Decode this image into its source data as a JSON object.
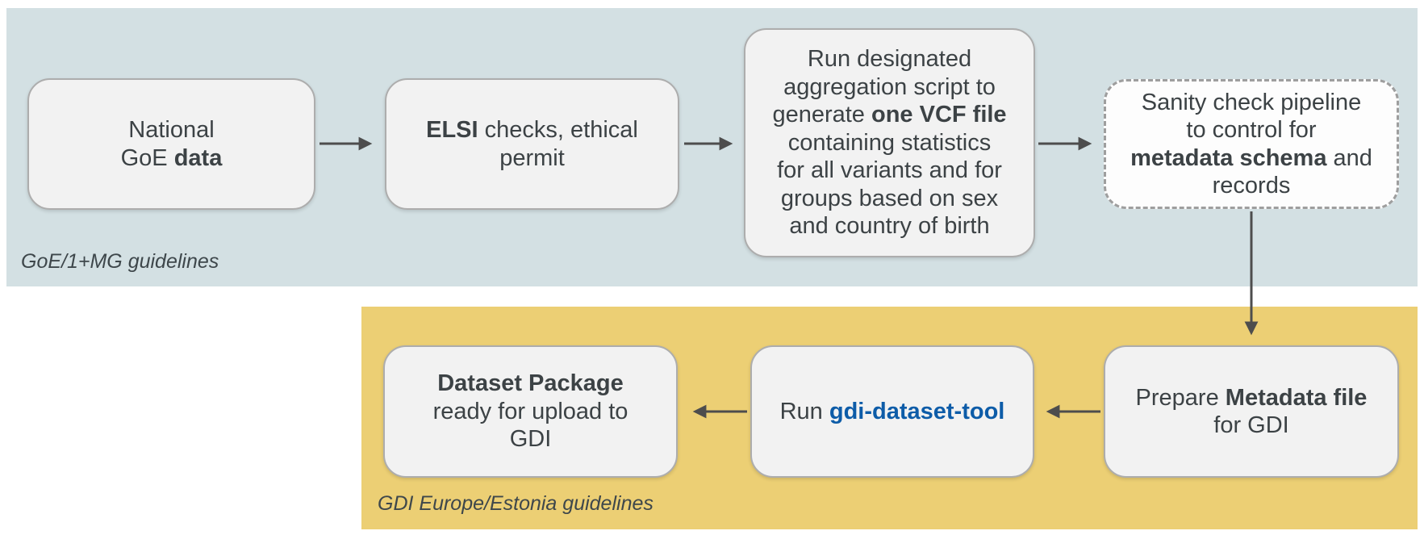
{
  "diagram": {
    "type": "flowchart",
    "regions": {
      "top": {
        "label": "GoE/1+MG guidelines"
      },
      "bottom": {
        "label": "GDI Europe/Estonia guidelines"
      }
    },
    "nodes": [
      {
        "id": "national-goe-data",
        "text": "National GoE data",
        "segments": [
          {
            "t": "National\nGoE "
          },
          {
            "t": "data",
            "b": true
          }
        ]
      },
      {
        "id": "elsi-checks",
        "text": "ELSI checks, ethical permit",
        "segments": [
          {
            "t": "ELSI",
            "b": true
          },
          {
            "t": " checks, ethical\npermit"
          }
        ]
      },
      {
        "id": "aggregation-script",
        "text": "Run designated aggregation script to generate one VCF file containing statistics for all variants and for groups based on sex and country of birth",
        "segments": [
          {
            "t": "Run designated\naggregation script to\ngenerate "
          },
          {
            "t": "one VCF file",
            "b": true
          },
          {
            "t": "\ncontaining statistics\nfor all variants and for\ngroups based on sex\nand country of birth"
          }
        ]
      },
      {
        "id": "sanity-check",
        "text": "Sanity check pipeline to control for metadata schema and records",
        "style": "dashed",
        "segments": [
          {
            "t": "Sanity check pipeline\nto control for\n"
          },
          {
            "t": "metadata schema",
            "b": true
          },
          {
            "t": " and\nrecords"
          }
        ]
      },
      {
        "id": "prepare-metadata",
        "text": "Prepare Metadata file for GDI",
        "segments": [
          {
            "t": "Prepare "
          },
          {
            "t": "Metadata file",
            "b": true
          },
          {
            "t": "\nfor GDI"
          }
        ]
      },
      {
        "id": "run-gdi-dataset-tool",
        "text": "Run gdi-dataset-tool",
        "segments": [
          {
            "t": "Run "
          },
          {
            "t": "gdi-dataset-tool",
            "b": true,
            "c": "#0d5ca8",
            "name": "gdi-dataset-tool-link",
            "link": true
          }
        ]
      },
      {
        "id": "dataset-package",
        "text": "Dataset Package ready for upload to GDI",
        "segments": [
          {
            "t": "Dataset Package",
            "b": true
          },
          {
            "t": "\nready for upload to\nGDI"
          }
        ]
      }
    ],
    "arrows": [
      {
        "name": "arrow-national-to-elsi",
        "from": "national-goe-data",
        "to": "elsi-checks"
      },
      {
        "name": "arrow-elsi-to-aggregation",
        "from": "elsi-checks",
        "to": "aggregation-script"
      },
      {
        "name": "arrow-aggregation-to-sanity",
        "from": "aggregation-script",
        "to": "sanity-check"
      },
      {
        "name": "arrow-sanity-to-prepare",
        "from": "sanity-check",
        "to": "prepare-metadata"
      },
      {
        "name": "arrow-prepare-to-runtool",
        "from": "prepare-metadata",
        "to": "run-gdi-dataset-tool"
      },
      {
        "name": "arrow-runtool-to-package",
        "from": "run-gdi-dataset-tool",
        "to": "dataset-package"
      }
    ]
  },
  "colors": {
    "top_region_bg": "#d3e0e3",
    "bottom_region_bg": "#eccf74",
    "box_bg": "#f2f2f2",
    "box_border": "#adadad",
    "dashed_box_bg": "#fdfdfd",
    "dashed_box_border": "#9e9e9e",
    "text": "#3c4245",
    "label_text": "#3e474b",
    "link_blue": "#0d5ca8",
    "arrow": "#4d4d4d"
  }
}
